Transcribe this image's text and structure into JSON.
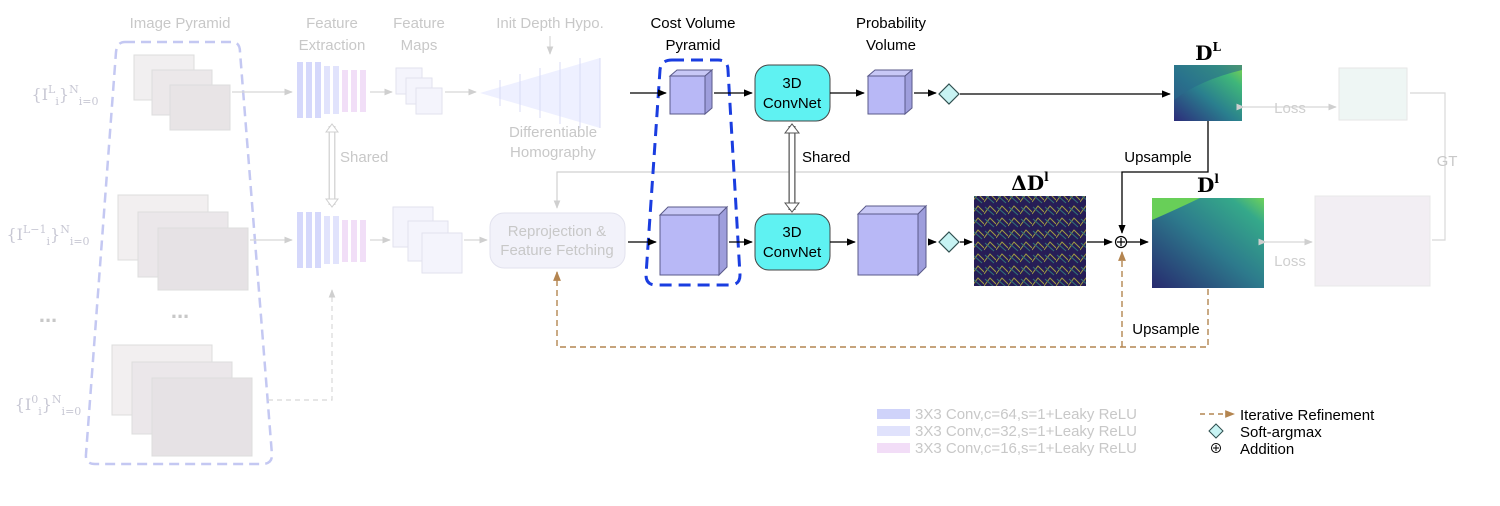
{
  "labels": {
    "image_pyramid": "Image Pyramid",
    "feature_extraction_1": "Feature",
    "feature_extraction_2": "Extraction",
    "feature_maps_1": "Feature",
    "feature_maps_2": "Maps",
    "init_depth_hypo": "Init Depth Hypo.",
    "differentiable": "Differentiable",
    "homography": "Homography",
    "shared_faded": "Shared",
    "reprojection_1": "Reprojection &",
    "reprojection_2": "Feature Fetching",
    "cost_volume_1": "Cost Volume",
    "cost_volume_2": "Pyramid",
    "convnet_1": "3D",
    "convnet_2": "ConvNet",
    "shared": "Shared",
    "probability_1": "Probability",
    "probability_2": "Volume",
    "upsample_top": "Upsample",
    "upsample_bottom": "Upsample",
    "loss_top": "Loss",
    "loss_bottom": "Loss",
    "gt": "GT"
  },
  "math_labels": {
    "input_level_L": "{I_i^L}_{i=0}^N",
    "input_level_L_minus_1": "{I_i^{L-1}}_{i=0}^N",
    "input_level_0": "{I_i^0}_{i=0}^N",
    "depth_coarse": "D^L",
    "depth_fine": "D^l",
    "residual_depth": "ΔD^l",
    "ellipsis": "..."
  },
  "legend": {
    "conv64": "3X3 Conv,c=64,s=1+Leaky ReLU",
    "conv32": "3X3 Conv,c=32,s=1+Leaky ReLU",
    "conv16": "3X3 Conv,c=16,s=1+Leaky ReLU",
    "iterative": "Iterative Refinement",
    "soft_argmax": "Soft-argmax",
    "addition": "Addition"
  },
  "colors": {
    "cost_volume_box": "#1a3de0",
    "convnet_fill": "#5ff2f2",
    "volume_fill": "#b8b8f6",
    "refinement_arrow": "#b48550",
    "faded_text": "#c8c8c8"
  }
}
